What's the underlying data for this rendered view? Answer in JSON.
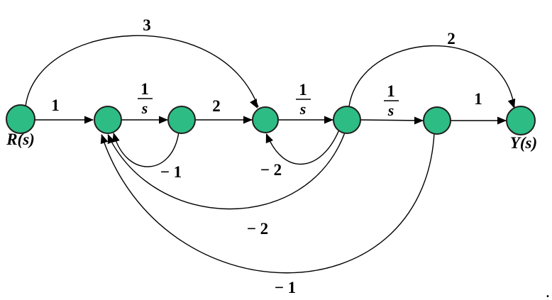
{
  "diagram": {
    "type": "signal-flow-graph",
    "background": "#ffffff",
    "node_fill": "#2dbd84",
    "node_stroke": "#1f1f1f",
    "line_color": "#000000",
    "node_count": 7,
    "input_node_label": "R(s)",
    "output_node_label": "Y(s)",
    "branches": {
      "input_gain": "1",
      "integrator_1_num": "1",
      "integrator_1_den": "s",
      "gain_2": "2",
      "integrator_2_num": "1",
      "integrator_2_den": "s",
      "integrator_3_num": "1",
      "integrator_3_den": "s",
      "output_gain": "1",
      "feedforward_top_left": "3",
      "feedforward_top_right": "2",
      "feedback_inner_left": "− 1",
      "feedback_inner_right": "− 2",
      "feedback_middle": "− 2",
      "feedback_outer": "− 1"
    },
    "corner_mark": "."
  }
}
